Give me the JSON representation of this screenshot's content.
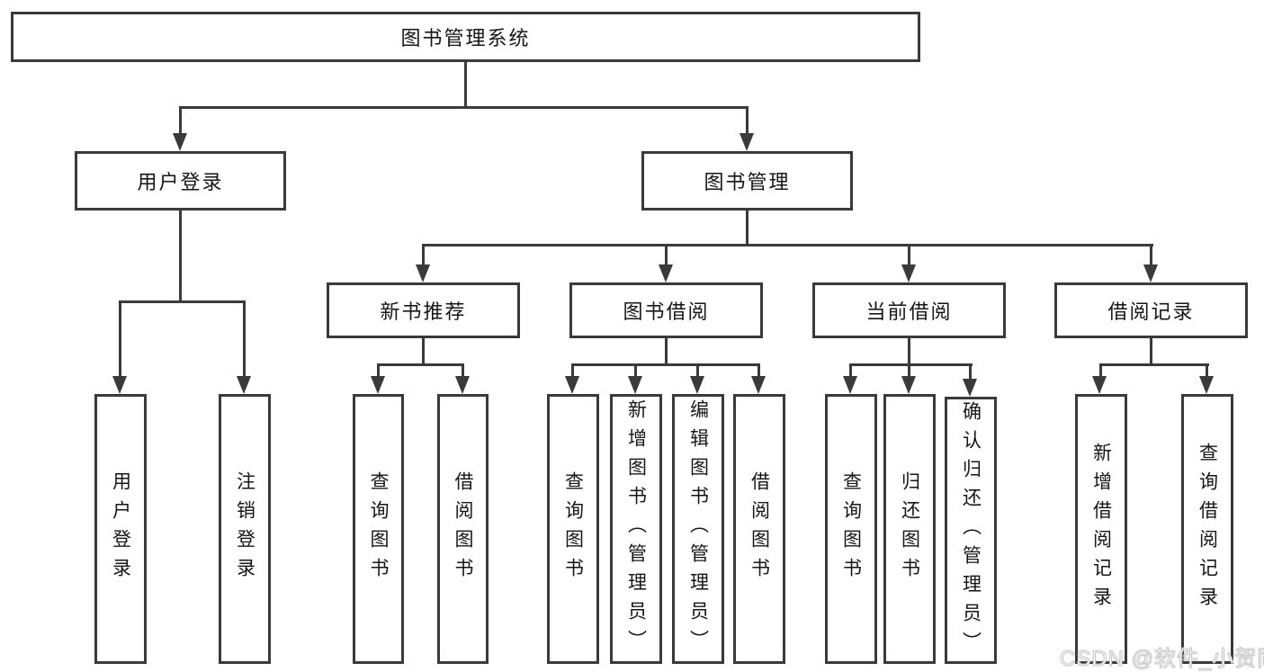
{
  "tree": {
    "root": {
      "label": "图书管理系统"
    },
    "branches": [
      {
        "label": "用户登录",
        "children": [
          {
            "label": "用户登录"
          },
          {
            "label": "注销登录"
          }
        ]
      },
      {
        "label": "图书管理",
        "sections": [
          {
            "label": "新书推荐",
            "children": [
              {
                "label": "查询图书"
              },
              {
                "label": "借阅图书"
              }
            ]
          },
          {
            "label": "图书借阅",
            "children": [
              {
                "label": "查询图书"
              },
              {
                "label": "新增图书（管理员）"
              },
              {
                "label": "编辑图书（管理员）"
              },
              {
                "label": "借阅图书"
              }
            ]
          },
          {
            "label": "当前借阅",
            "children": [
              {
                "label": "查询图书"
              },
              {
                "label": "归还图书"
              },
              {
                "label": "确认归还（管理员）"
              }
            ]
          },
          {
            "label": "借阅记录",
            "children": [
              {
                "label": "新增借阅记录"
              },
              {
                "label": "查询借阅记录"
              }
            ]
          }
        ]
      }
    ]
  },
  "watermark": {
    "text": "CSDN @软件_小贺同学"
  },
  "colors": {
    "line": "#3a3a3a",
    "text": "#161616",
    "background": "#ffffff",
    "watermark_fill": "#ffffff",
    "watermark_outline": "#c6c6c6"
  }
}
